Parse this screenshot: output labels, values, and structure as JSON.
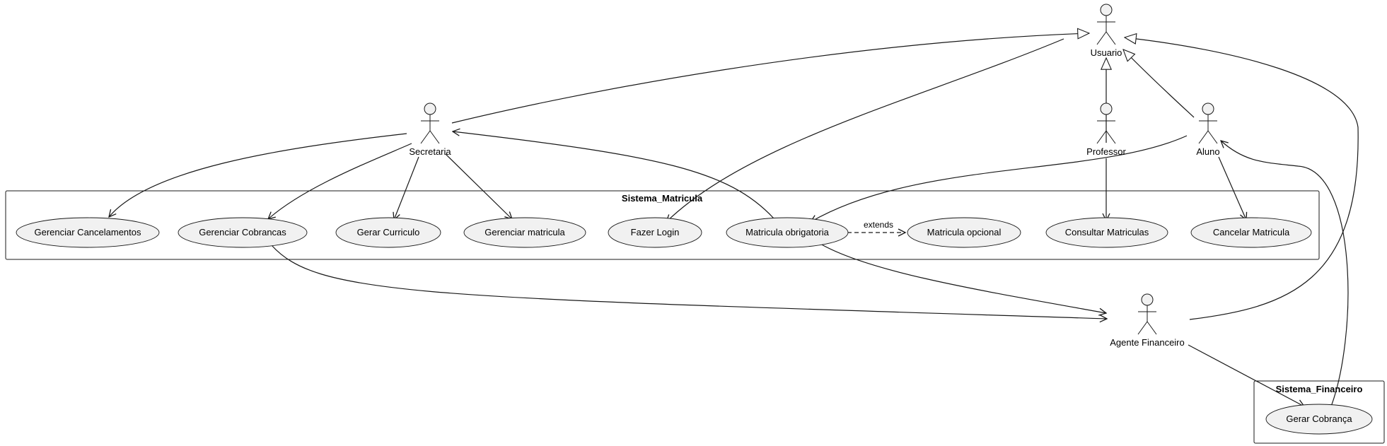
{
  "packages": {
    "matricula": "Sistema_Matricula",
    "financeiro": "Sistema_Financeiro"
  },
  "actors": {
    "usuario": "Usuario",
    "secretaria": "Secretaria",
    "professor": "Professor",
    "aluno": "Aluno",
    "agente": "Agente Financeiro"
  },
  "usecases": {
    "gerenciar_cancelamentos": "Gerenciar Cancelamentos",
    "gerenciar_cobrancas": "Gerenciar Cobrancas",
    "gerar_curriculo": "Gerar Curriculo",
    "gerenciar_matricula": "Gerenciar matricula",
    "fazer_login": "Fazer Login",
    "matricula_obrigatoria": "Matricula obrigatoria",
    "matricula_opcional": "Matricula opcional",
    "consultar_matriculas": "Consultar Matriculas",
    "cancelar_matricula": "Cancelar Matricula",
    "gerar_cobranca": "Gerar Cobrança"
  },
  "relations": {
    "extends_label": "extends"
  }
}
